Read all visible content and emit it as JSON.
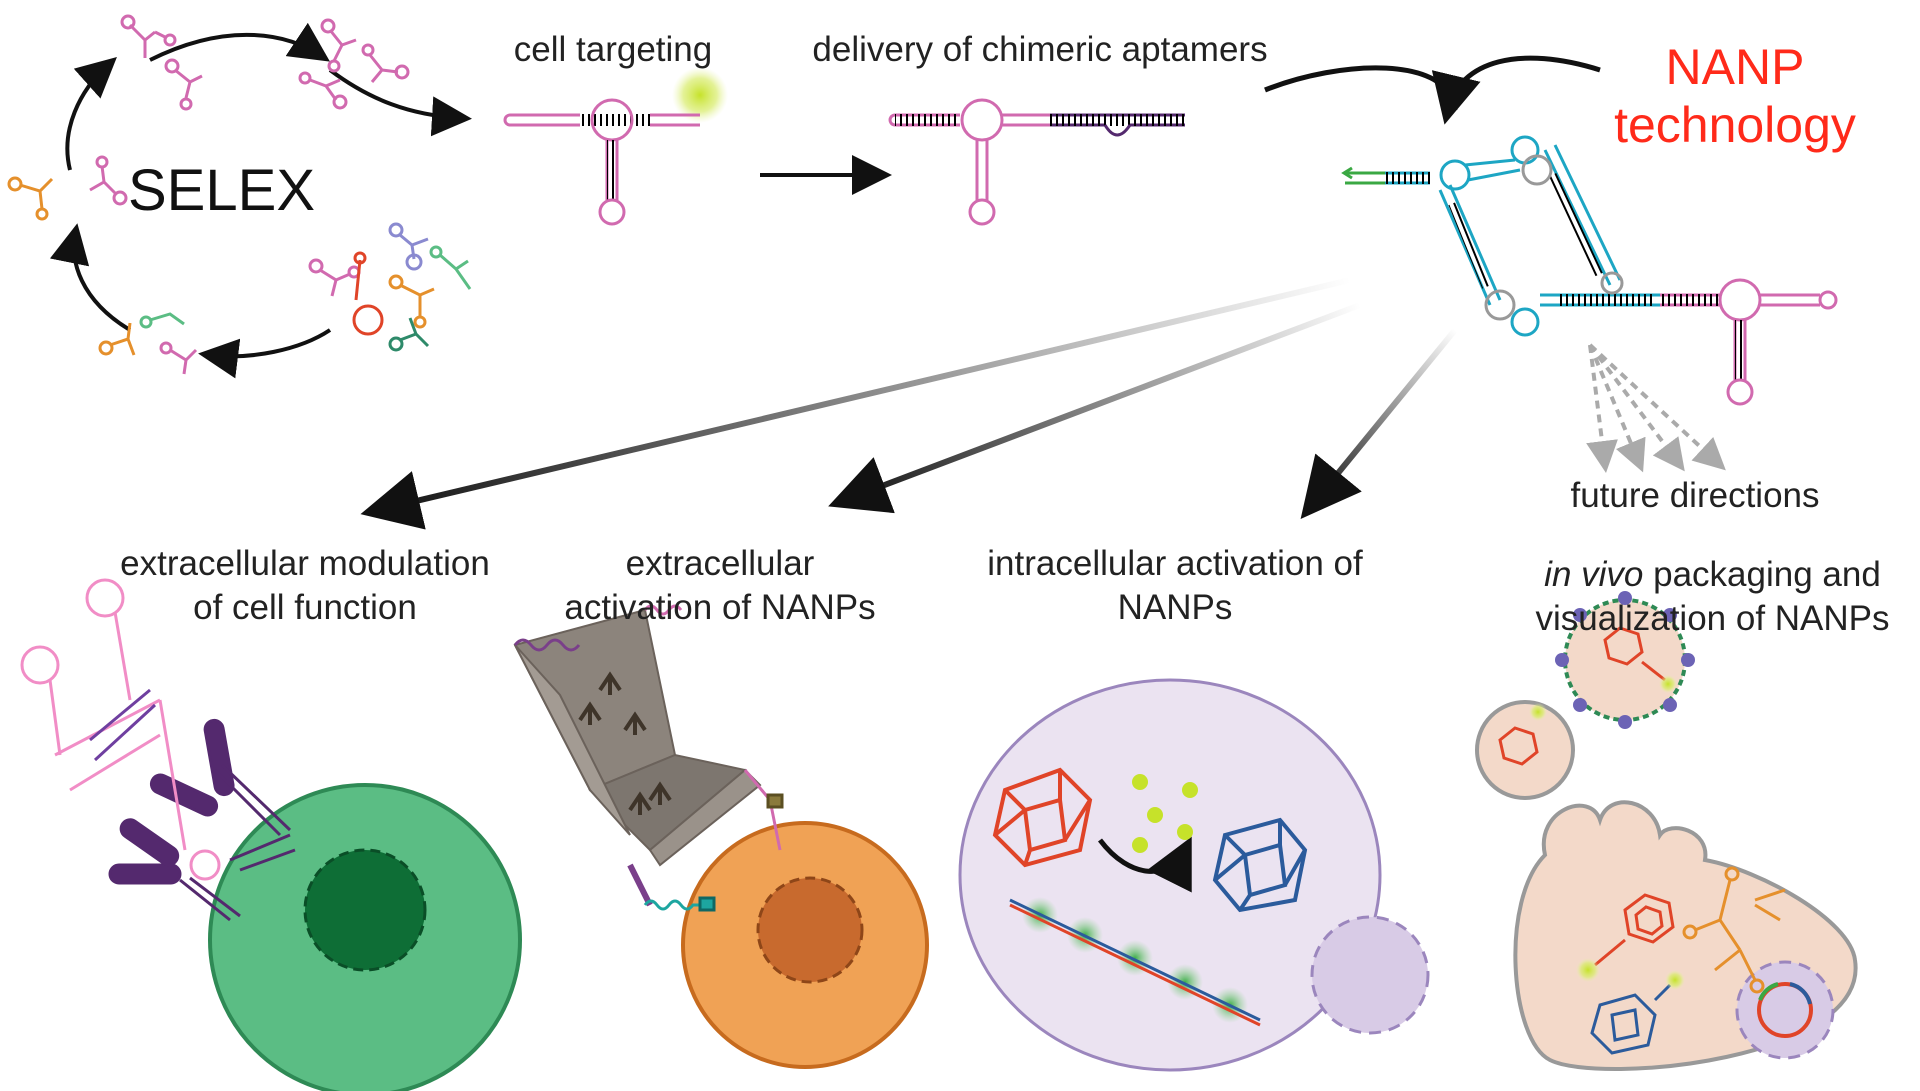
{
  "selex": {
    "label": "SELEX"
  },
  "top_steps": {
    "cell_targeting": "cell targeting",
    "delivery": "delivery of chimeric aptamers"
  },
  "nanp": {
    "title_line1": "NANP",
    "title_line2": "technology"
  },
  "future": {
    "label": "future directions"
  },
  "applications": {
    "extracellular_modulation": {
      "line1": "extracellular modulation",
      "line2": "of cell function"
    },
    "extracellular_activation": {
      "line1": "extracellular",
      "line2": "activation of NANPs"
    },
    "intracellular_activation": {
      "line1": "intracellular activation of",
      "line2": "NANPs"
    },
    "in_vivo": {
      "line1_italic": "in vivo",
      "line1_rest": " packaging and",
      "line2": "visualization of NANPs"
    }
  },
  "colors": {
    "aptamer_pink": "#d16aaf",
    "nanp_cyan": "#1da6c4",
    "purple": "#54296e",
    "orange": "#e5902c",
    "green_cell": "#5bbd84",
    "orange_cell": "#f0a255",
    "red": "#e04428",
    "blue": "#2b5b9c",
    "title_red": "#ff2a1a"
  }
}
